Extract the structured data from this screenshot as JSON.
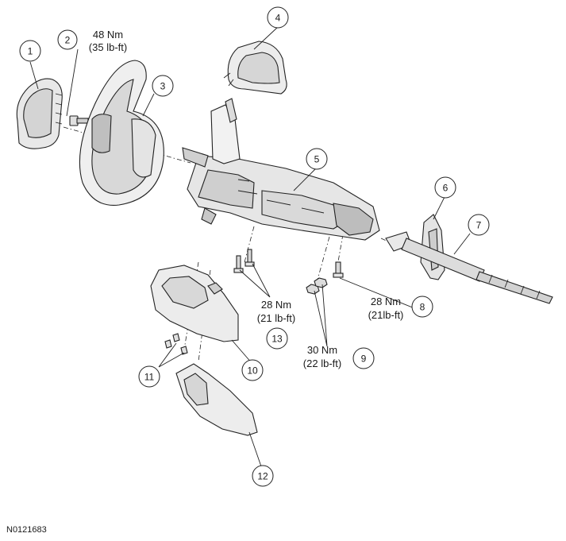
{
  "figure_id": "N0121683",
  "callouts": [
    {
      "number": "1"
    },
    {
      "number": "2"
    },
    {
      "number": "3"
    },
    {
      "number": "4"
    },
    {
      "number": "5"
    },
    {
      "number": "6"
    },
    {
      "number": "7"
    },
    {
      "number": "8"
    },
    {
      "number": "9"
    },
    {
      "number": "10"
    },
    {
      "number": "11"
    },
    {
      "number": "12"
    },
    {
      "number": "13"
    }
  ],
  "torque_specs": {
    "callout_2": {
      "nm": "48 Nm",
      "lbft": "(35 lb-ft)"
    },
    "callout_13": {
      "nm": "28 Nm",
      "lbft": "(21 lb-ft)"
    },
    "callout_8": {
      "nm": "28 Nm",
      "lbft": "(21lb-ft)"
    },
    "callout_9": {
      "nm": "30 Nm",
      "lbft": "(22 lb-ft)"
    }
  }
}
